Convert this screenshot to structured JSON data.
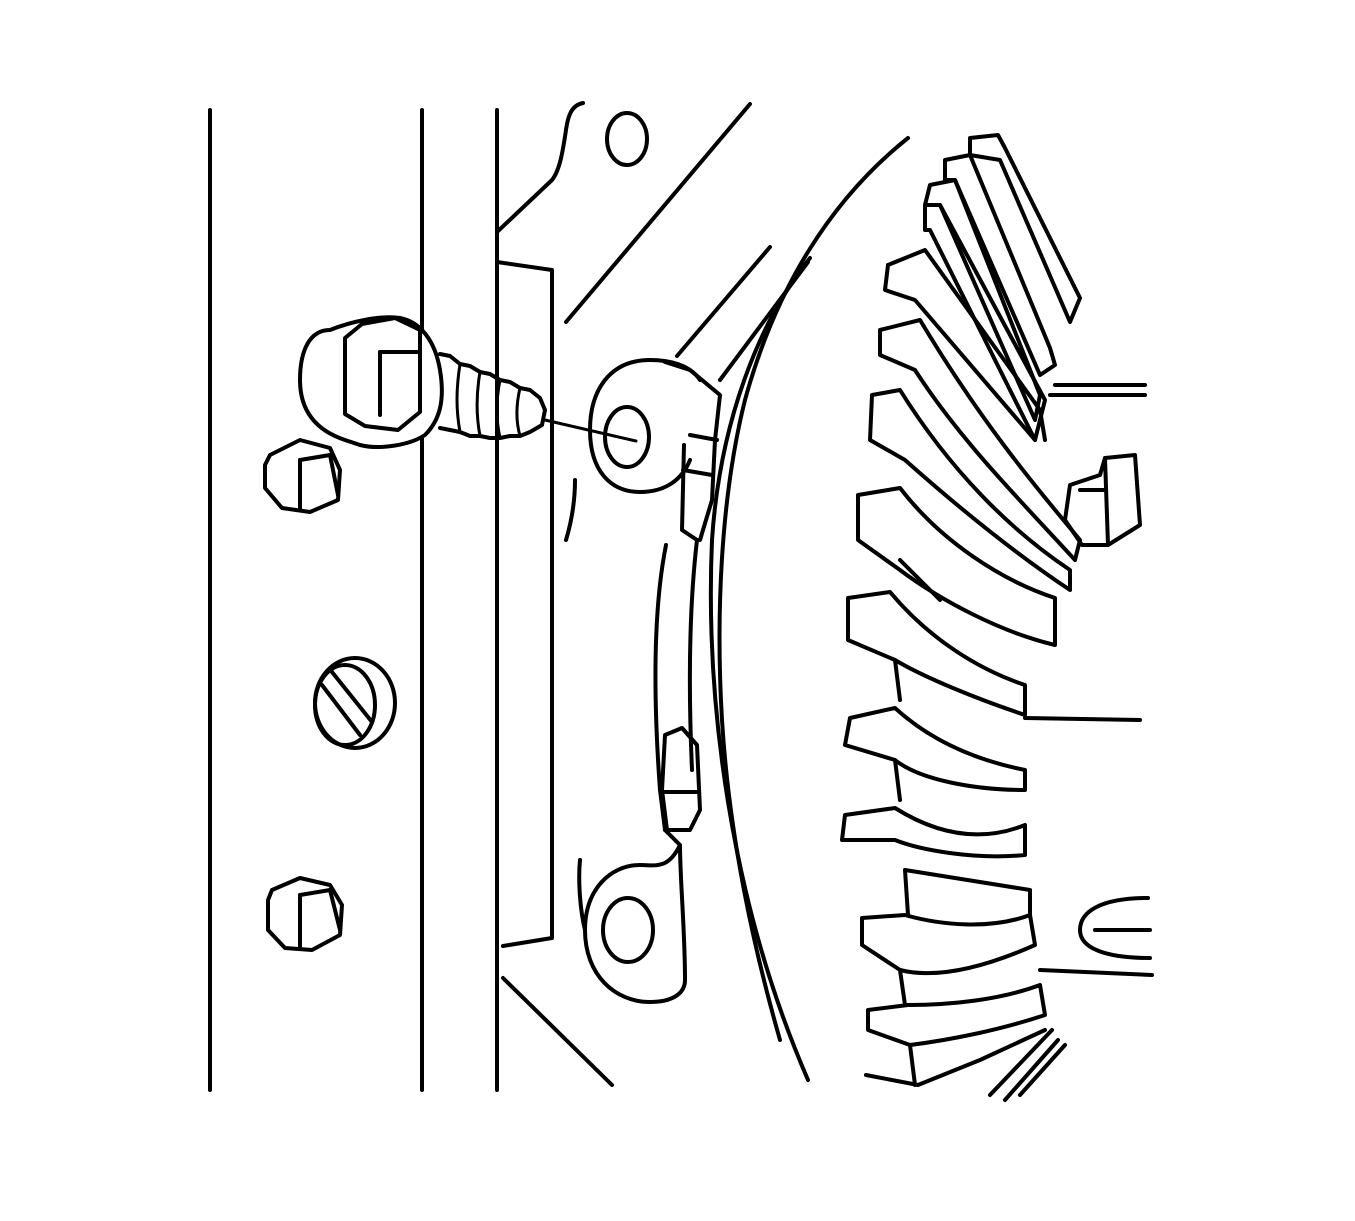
{
  "diagram": {
    "background_color": "#ffffff",
    "line_color": "#000000",
    "parts": [
      "housing-edge-lines",
      "differential-carrier-housing",
      "cover-bolt",
      "hex-head-plug",
      "slotted-plug",
      "mounting-boss",
      "ring-gear",
      "ring-gear-teeth",
      "pinion-shaft"
    ]
  }
}
